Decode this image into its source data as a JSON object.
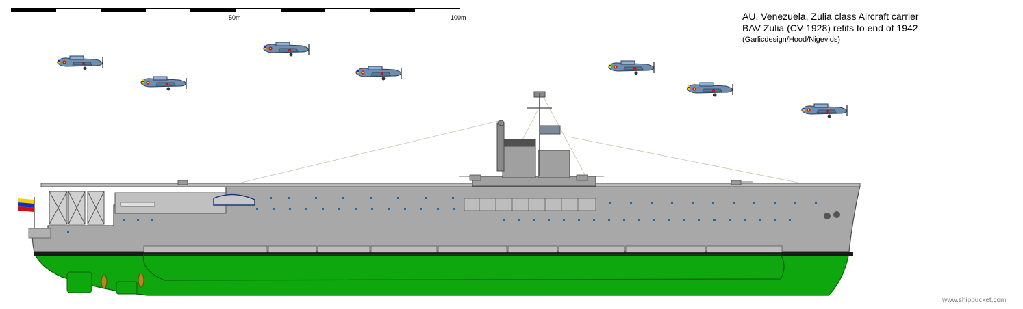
{
  "scale": {
    "labels": [
      "50m",
      "100m"
    ],
    "segments": 10
  },
  "title": {
    "line1": "AU, Venezuela, Zulia class Aircraft carrier",
    "line2": "BAV Zulia (CV-1928) refits to end of 1942",
    "credit": "(Garlicdesign/Hood/Nigevids)"
  },
  "watermark": "www.shipbucket.com",
  "colors": {
    "hull_grey": "#a8a8a8",
    "hull_green": "#0ea80e",
    "aircraft_blue": "#6f8fb0",
    "propeller_bronze": "#b08a20",
    "flag_yellow": "#f4d000",
    "flag_blue": "#1030c0",
    "flag_red": "#d01010"
  },
  "aircraft": {
    "count": 7,
    "type_icon": "fighter-aircraft-icon"
  }
}
